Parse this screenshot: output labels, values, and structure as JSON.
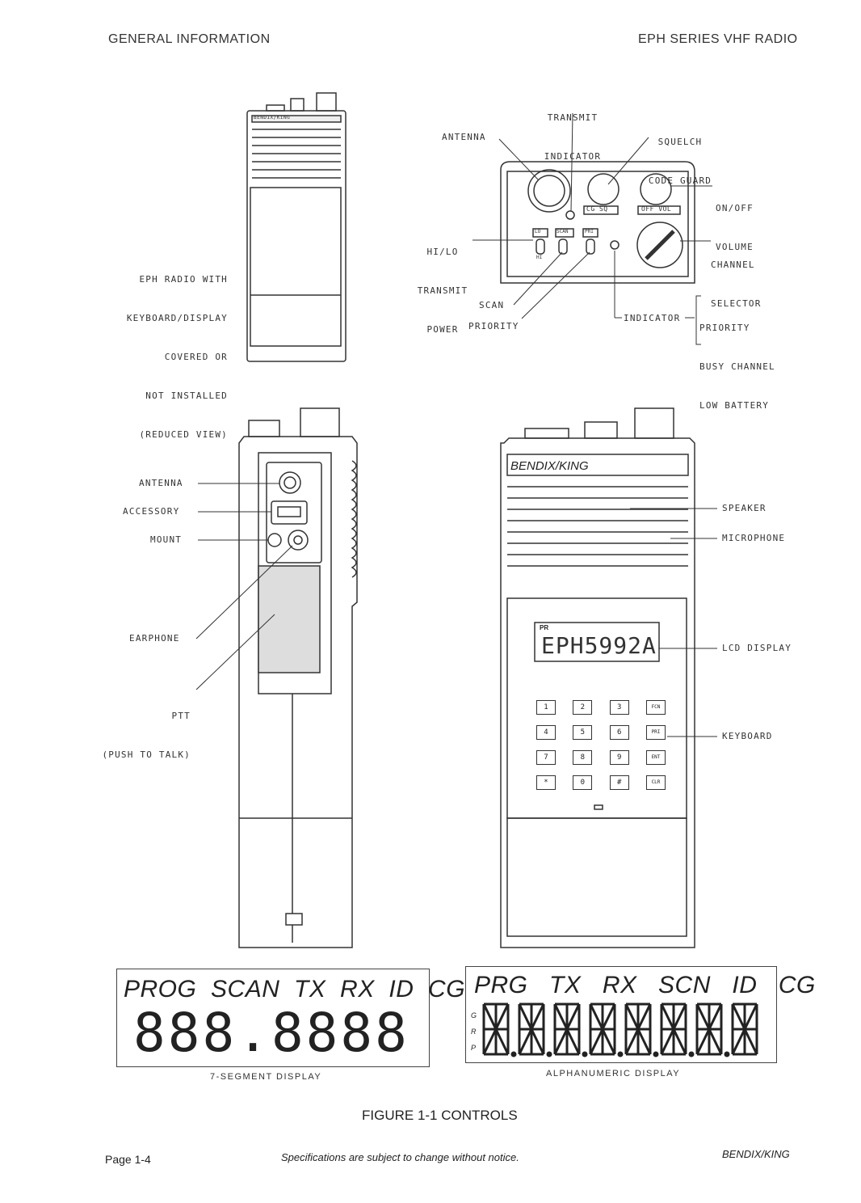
{
  "header": {
    "left": "GENERAL INFORMATION",
    "right": "EPH SERIES VHF RADIO"
  },
  "top_left_caption": [
    "EPH RADIO WITH",
    "KEYBOARD/DISPLAY",
    "COVERED OR",
    "NOT INSTALLED",
    "(REDUCED VIEW)"
  ],
  "top_panel": {
    "transmit_indicator": [
      "TRANSMIT",
      "INDICATOR"
    ],
    "squelch": [
      "SQUELCH",
      "CODE GUARD"
    ],
    "antenna": "ANTENNA",
    "on_off": [
      "ON/OFF",
      "VOLUME"
    ],
    "hilo": [
      "HI/LO",
      "TRANSMIT",
      "POWER"
    ],
    "channel": [
      "CHANNEL",
      "SELECTOR"
    ],
    "scan": "SCAN",
    "priority": "PRIORITY",
    "indicator": "INDICATOR",
    "indicator_list": [
      "PRIORITY",
      "BUSY CHANNEL",
      "LOW BATTERY"
    ],
    "knob_labels": {
      "cg_sq": "CG SQ",
      "off_vol": "OFF VOL"
    },
    "switch_labels": [
      "LO",
      "SCAN",
      "PRI"
    ],
    "hi_label": "HI"
  },
  "side_view": {
    "antenna": "ANTENNA",
    "accessory": "ACCESSORY",
    "mount": "MOUNT",
    "earphone": "EARPHONE",
    "ptt": [
      "PTT",
      "(PUSH TO TALK)"
    ]
  },
  "front_view": {
    "brand": "BENDIX/KING",
    "speaker": "SPEAKER",
    "microphone": "MICROPHONE",
    "lcd_display": "LCD DISPLAY",
    "keyboard": "KEYBOARD",
    "lcd_small": "PR",
    "lcd_text": "EPH5992A",
    "keys": [
      [
        "1",
        "2",
        "3",
        "FCN"
      ],
      [
        "4",
        "5",
        "6",
        "PRI"
      ],
      [
        "7",
        "8",
        "9",
        "ENT"
      ],
      [
        "*",
        "0",
        "#",
        "CLR"
      ]
    ]
  },
  "seven_segment": {
    "title": "PROG  SCAN  TX  RX  ID  CG",
    "digits": "888.8888",
    "caption": "7-SEGMENT DISPLAY"
  },
  "alphanumeric": {
    "title": "PRG   TX   RX   SCN   ID   CG",
    "side_letters": [
      "G",
      "R",
      "P"
    ],
    "caption": "ALPHANUMERIC DISPLAY"
  },
  "figure_title": "FIGURE 1-1  CONTROLS",
  "footer": {
    "page": "Page 1-4",
    "notice": "Specifications are subject to change without notice.",
    "brand": "BENDIX/KING"
  }
}
